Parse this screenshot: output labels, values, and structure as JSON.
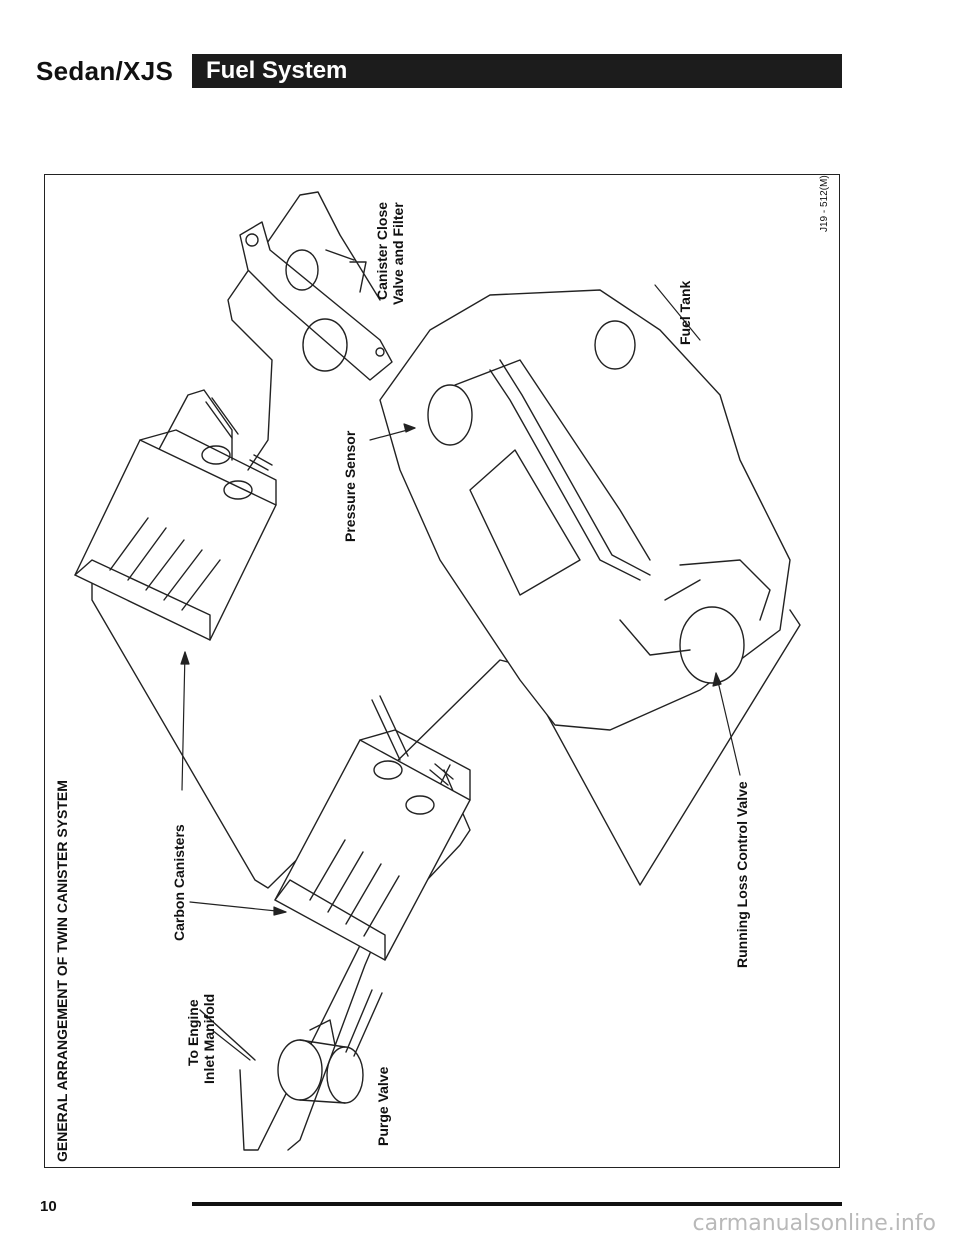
{
  "header": {
    "model": "Sedan/XJS",
    "section": "Fuel System"
  },
  "diagram": {
    "title": "GENERAL ARRANGEMENT OF TWIN CANISTER SYSTEM",
    "reference": "J19 - 512(M)",
    "labels": {
      "to_engine_line1": "To Engine",
      "to_engine_line2": "Inlet Manifold",
      "purge_valve": "Purge Valve",
      "carbon_canisters": "Carbon Canisters",
      "pressure_sensor": "Pressure Sensor",
      "canister_close_line1": "Canister Close",
      "canister_close_line2": "Valve and Filter",
      "fuel_tank": "Fuel Tank",
      "running_loss": "Running Loss Control Valve"
    }
  },
  "footer": {
    "page_number": "10",
    "watermark": "carmanualsonline.info"
  }
}
